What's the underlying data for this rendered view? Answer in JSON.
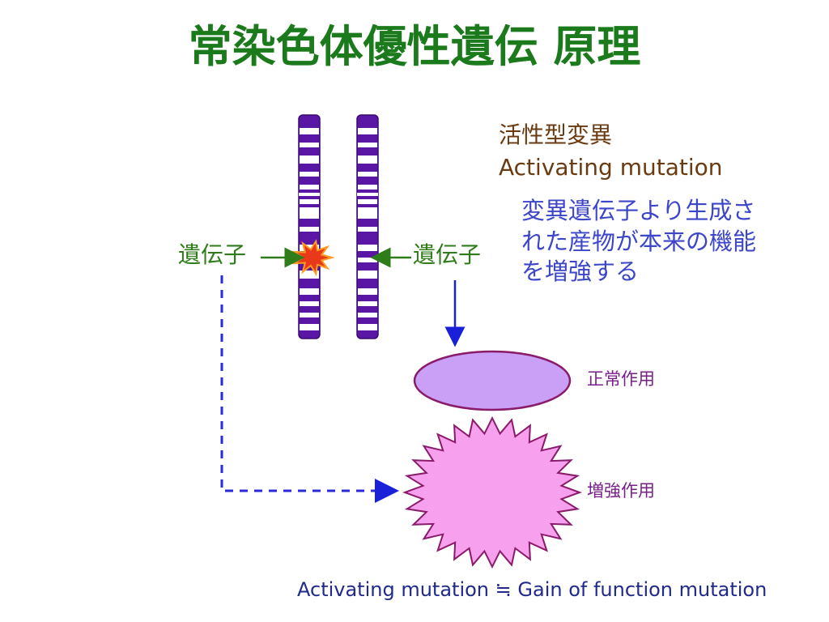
{
  "title": "常染色体優性遺伝 原理",
  "labels": {
    "gene_left": "遺伝子",
    "gene_right": "遺伝子",
    "mutation_jp": "活性型変異",
    "mutation_en": "Activating mutation",
    "description": "変異遺伝子より生成された産物が本来の機能を増強する",
    "normal_effect": "正常作用",
    "enhanced_effect": "増強作用"
  },
  "footer": "Activating mutation ≒ Gain of function mutation",
  "colors": {
    "title": "#1b7a1b",
    "chromosome": "#5a17a6",
    "normal_product": "#c9a0f5",
    "enhanced_product": "#f7a0ee",
    "solid_arrow": "#1a20d8",
    "dashed_arrow": "#2a2ad8",
    "mutation_mark": "#e83a1a"
  }
}
